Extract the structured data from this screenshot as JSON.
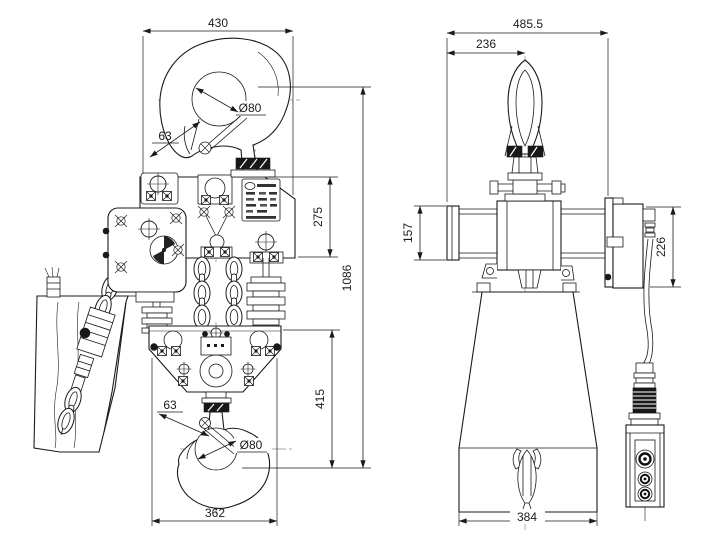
{
  "drawing": {
    "background": "#ffffff",
    "ink": "#1a1a1a",
    "subject": "Electric chain hoist outline drawing, front and side views"
  },
  "front_view": {
    "dim_top_width": "430",
    "dim_top_hook_opening": "Ø80",
    "dim_top_hook_shank": "63",
    "dim_body_height": "275",
    "dim_hook_to_hook": "1086",
    "dim_block_height": "415",
    "dim_bottom_hook_shank": "63",
    "dim_bottom_hook_opening": "Ø80",
    "dim_block_width": "362"
  },
  "side_view": {
    "dim_overall_width": "485.5",
    "dim_hook_center_offset": "236",
    "dim_left_end_height": "157",
    "dim_right_end_height": "226",
    "dim_bucket_width": "384"
  }
}
